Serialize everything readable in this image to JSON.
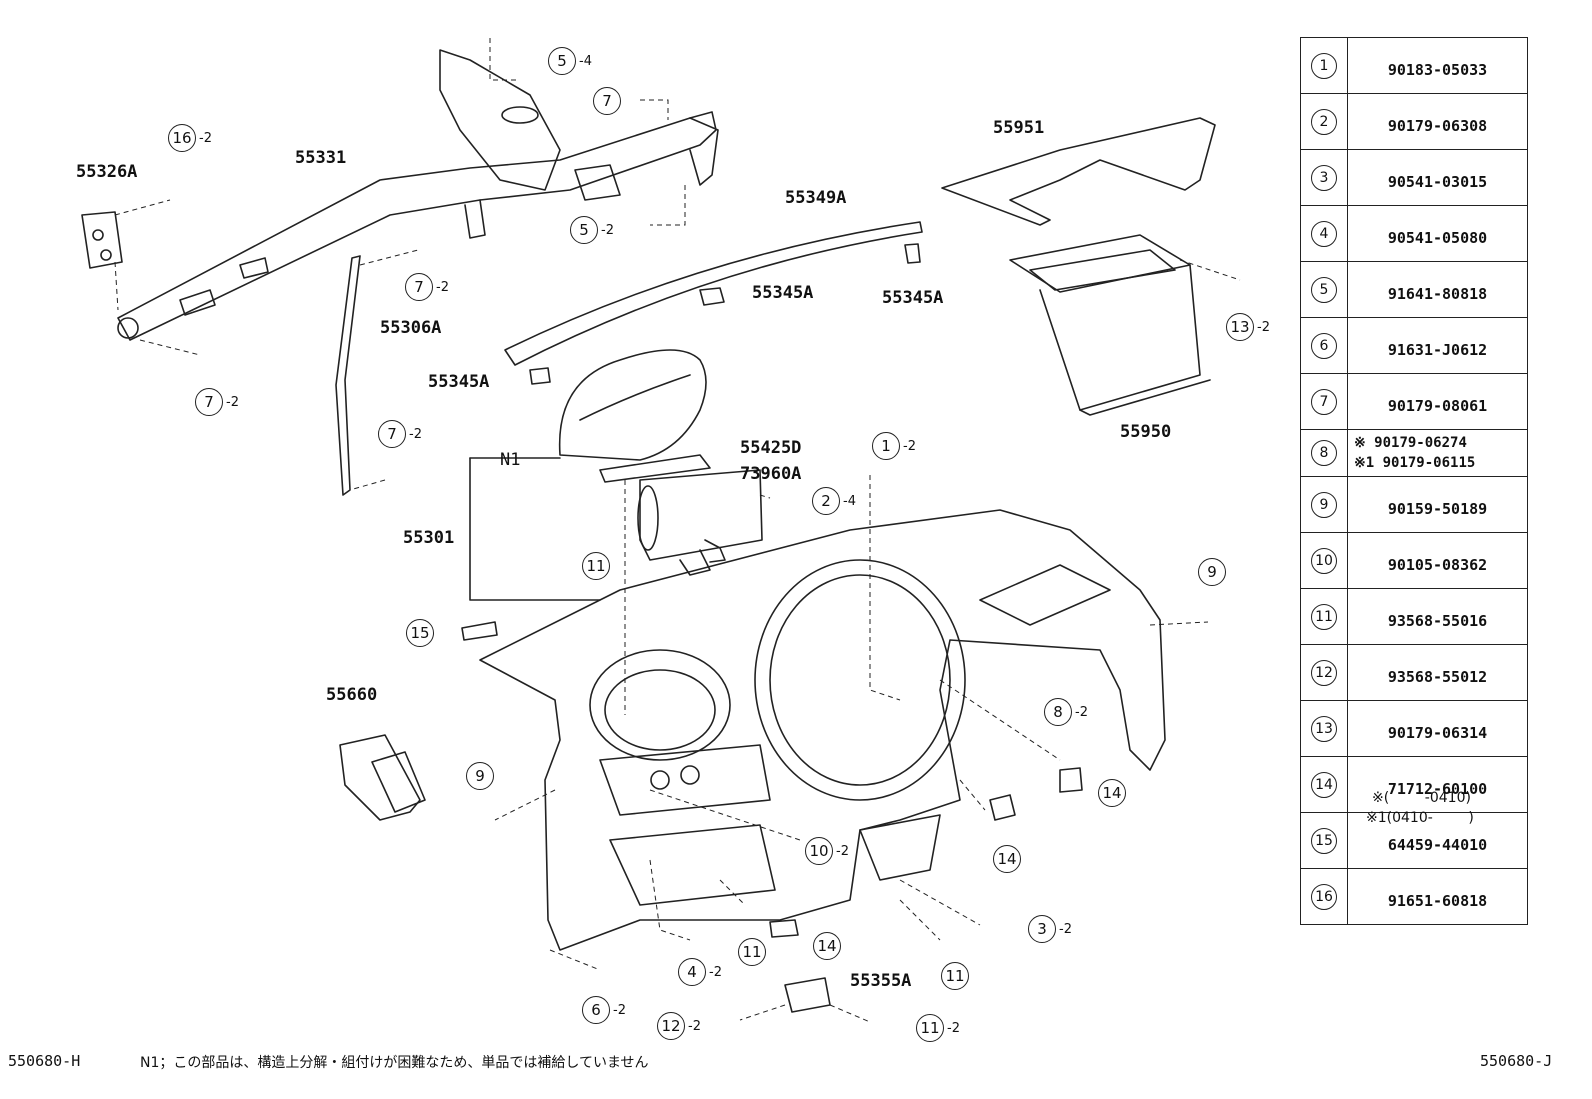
{
  "part_labels": [
    {
      "id": "55326A",
      "text": "55326A"
    },
    {
      "id": "55331",
      "text": "55331"
    },
    {
      "id": "55306A",
      "text": "55306A"
    },
    {
      "id": "55349A",
      "text": "55349A"
    },
    {
      "id": "55345A-1",
      "text": "55345A"
    },
    {
      "id": "55345A-2",
      "text": "55345A"
    },
    {
      "id": "55345A-3",
      "text": "55345A"
    },
    {
      "id": "55951",
      "text": "55951"
    },
    {
      "id": "55950",
      "text": "55950"
    },
    {
      "id": "55425D",
      "text": "55425D"
    },
    {
      "id": "73960A",
      "text": "73960A"
    },
    {
      "id": "55301",
      "text": "55301"
    },
    {
      "id": "N1",
      "text": "N1"
    },
    {
      "id": "55660",
      "text": "55660"
    },
    {
      "id": "55355A",
      "text": "55355A"
    }
  ],
  "callouts": [
    {
      "num": "5",
      "qty": "-4"
    },
    {
      "num": "7",
      "qty": ""
    },
    {
      "num": "16",
      "qty": "-2"
    },
    {
      "num": "5",
      "qty": "-2"
    },
    {
      "num": "7",
      "qty": "-2"
    },
    {
      "num": "7",
      "qty": "-2"
    },
    {
      "num": "7",
      "qty": "-2"
    },
    {
      "num": "13",
      "qty": "-2"
    },
    {
      "num": "1",
      "qty": "-2"
    },
    {
      "num": "2",
      "qty": "-4"
    },
    {
      "num": "11",
      "qty": ""
    },
    {
      "num": "15",
      "qty": ""
    },
    {
      "num": "9",
      "qty": ""
    },
    {
      "num": "8",
      "qty": "-2"
    },
    {
      "num": "14",
      "qty": ""
    },
    {
      "num": "9",
      "qty": ""
    },
    {
      "num": "10",
      "qty": "-2"
    },
    {
      "num": "14",
      "qty": ""
    },
    {
      "num": "3",
      "qty": "-2"
    },
    {
      "num": "11",
      "qty": ""
    },
    {
      "num": "14",
      "qty": ""
    },
    {
      "num": "4",
      "qty": "-2"
    },
    {
      "num": "11",
      "qty": ""
    },
    {
      "num": "6",
      "qty": "-2"
    },
    {
      "num": "12",
      "qty": "-2"
    },
    {
      "num": "11",
      "qty": "-2"
    }
  ],
  "parts_table": [
    {
      "idx": "1",
      "pn": "90183-05033"
    },
    {
      "idx": "2",
      "pn": "90179-06308"
    },
    {
      "idx": "3",
      "pn": "90541-03015"
    },
    {
      "idx": "4",
      "pn": "90541-05080"
    },
    {
      "idx": "5",
      "pn": "91641-80818"
    },
    {
      "idx": "6",
      "pn": "91631-J0612"
    },
    {
      "idx": "7",
      "pn": "90179-08061"
    },
    {
      "idx": "8",
      "pn": "※ 90179-06274",
      "pn2": "※1 90179-06115"
    },
    {
      "idx": "9",
      "pn": "90159-50189"
    },
    {
      "idx": "10",
      "pn": "90105-08362"
    },
    {
      "idx": "11",
      "pn": "93568-55016"
    },
    {
      "idx": "12",
      "pn": "93568-55012"
    },
    {
      "idx": "13",
      "pn": "90179-06314"
    },
    {
      "idx": "14",
      "pn": "71712-60100"
    },
    {
      "idx": "15",
      "pn": "64459-44010"
    },
    {
      "idx": "16",
      "pn": "91651-60818"
    }
  ],
  "footnotes": {
    "line1": "※(        -0410)",
    "line2": "※1(0410-        )"
  },
  "footer": {
    "left_code": "550680-H",
    "note": "N1；この部品は、構造上分解・組付けが困難なため、単品では補給していません",
    "right_code": "550680-J"
  }
}
